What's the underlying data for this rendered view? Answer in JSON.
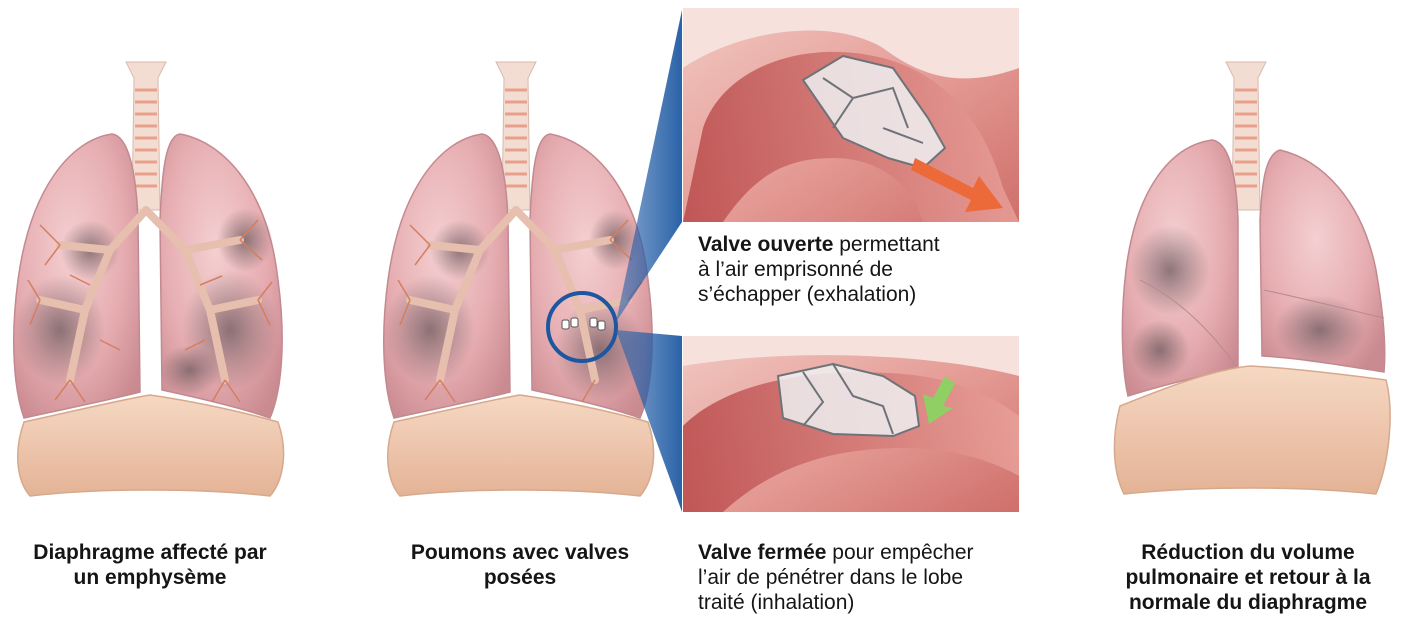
{
  "panels": [
    {
      "id": "emphysema",
      "caption": [
        "Diaphragme affecté par",
        "un emphysème"
      ]
    },
    {
      "id": "valves",
      "caption": [
        "Poumons avec valves",
        "posées"
      ]
    },
    {
      "id": "reduction",
      "caption": [
        "Réduction du volume",
        "pulmonaire et retour à la",
        "normale du diaphragme"
      ]
    }
  ],
  "details": {
    "open": {
      "bold": "Valve ouverte",
      "rest": " permettant",
      "lines": [
        "à l’air emprisonné de",
        "s’échapper (exhalation)"
      ]
    },
    "closed": {
      "bold": "Valve fermée",
      "rest": " pour empêcher",
      "lines": [
        "l’air de pénétrer dans le lobe",
        "traité (inhalation)"
      ]
    }
  },
  "colors": {
    "lung": "#e7b3b6",
    "lung_dark": "#8e7478",
    "diaphragm": "#f0cbb2",
    "trachea": "#f3dcd2",
    "airway": "#f2dfd6",
    "zoom_ring": "#1e57a0",
    "zoom_cone": "#1f5aa3",
    "arrow_out": "#ec6a3a",
    "arrow_in": "#8fcf63"
  }
}
